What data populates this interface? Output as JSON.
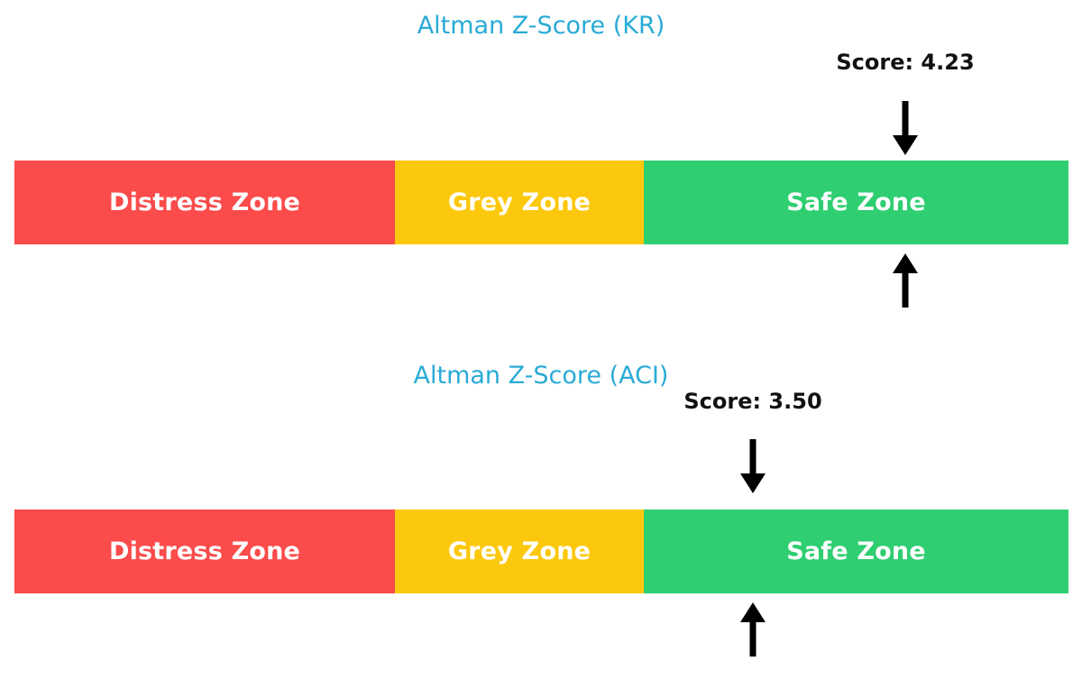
{
  "chart_data": [
    {
      "type": "bar",
      "title": "Altman Z-Score (KR)",
      "score_label": "Score: 4.23",
      "score_value": 4.23,
      "marker_pointer_down": "down-arrow",
      "marker_pointer_up": "up-arrow",
      "categories": [
        "Distress Zone",
        "Grey Zone",
        "Safe Zone"
      ],
      "values": [
        1.81,
        1.18,
        2.01
      ],
      "colors": [
        "#FB4B4B",
        "#FCC80D",
        "#2ECE71"
      ],
      "xlabel": "",
      "ylabel": "",
      "xlim": [
        0,
        5
      ],
      "grid": false,
      "legend": "none"
    },
    {
      "type": "bar",
      "title": "Altman Z-Score (ACI)",
      "score_label": "Score: 3.50",
      "score_value": 3.5,
      "marker_pointer_down": "down-arrow",
      "marker_pointer_up": "up-arrow",
      "categories": [
        "Distress Zone",
        "Grey Zone",
        "Safe Zone"
      ],
      "values": [
        1.81,
        1.18,
        2.01
      ],
      "colors": [
        "#FB4B4B",
        "#FCC80D",
        "#2ECE71"
      ],
      "xlabel": "",
      "ylabel": "",
      "xlim": [
        0,
        5
      ],
      "grid": false,
      "legend": "none"
    }
  ],
  "panels": [
    {
      "title": "Altman Z-Score (KR)",
      "score_label": "Score: 4.23",
      "zones": [
        {
          "label": "Distress Zone",
          "color": "#FB4B4B"
        },
        {
          "label": "Grey Zone",
          "color": "#FCC80D"
        },
        {
          "label": "Safe Zone",
          "color": "#2ECE71"
        }
      ]
    },
    {
      "title": "Altman Z-Score (ACI)",
      "score_label": "Score: 3.50",
      "zones": [
        {
          "label": "Distress Zone",
          "color": "#FB4B4B"
        },
        {
          "label": "Grey Zone",
          "color": "#FCC80D"
        },
        {
          "label": "Safe Zone",
          "color": "#2ECE71"
        }
      ]
    }
  ],
  "theme": {
    "title_color": "#29ABD6",
    "score_color": "#111111",
    "zone_text_color": "#FFFFFF",
    "arrow_color": "#000000",
    "background": "#FFFFFF"
  }
}
